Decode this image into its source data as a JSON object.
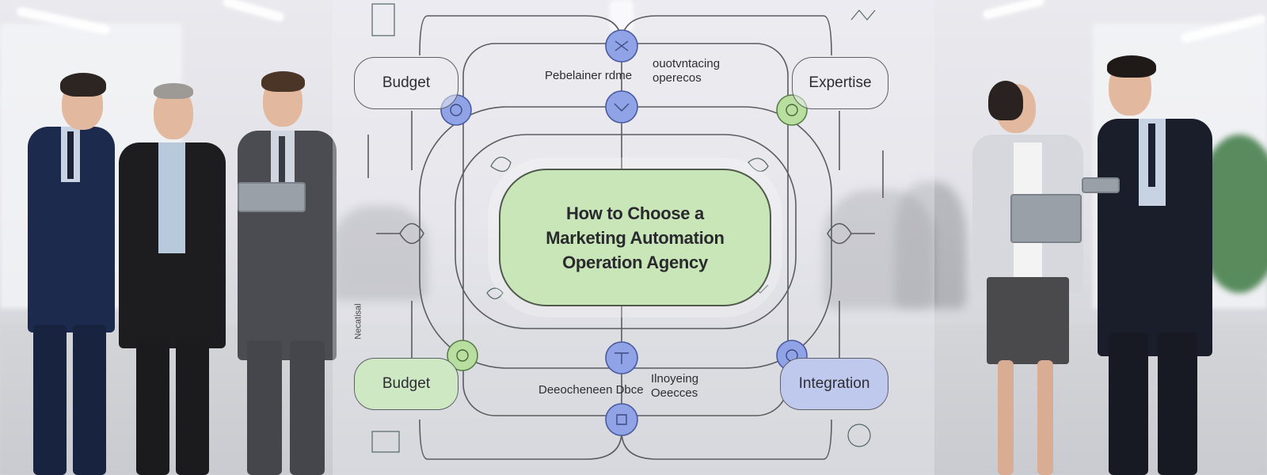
{
  "diagram": {
    "title_lines": [
      "How to Choose a",
      "Marketing Automation",
      "Operation Agency"
    ],
    "boxes": {
      "top_left": "Budget",
      "top_right": "Expertise",
      "bottom_left": "Budget",
      "bottom_right": "Integration"
    },
    "top_mid_text": "Pebelainer rdme",
    "top_right_text": [
      "ouotvntacing",
      "operecos"
    ],
    "bottom_mid_text": "Deeocheneen Dbce",
    "bottom_right_text": [
      "Ilnoyeing",
      "Oeecces"
    ],
    "left_side_text": "Necatisal",
    "colors": {
      "green": "#c9e6b8",
      "blue": "#bfc9ee",
      "node_blue": "#8fa3e6",
      "node_green": "#b8df9f"
    }
  }
}
